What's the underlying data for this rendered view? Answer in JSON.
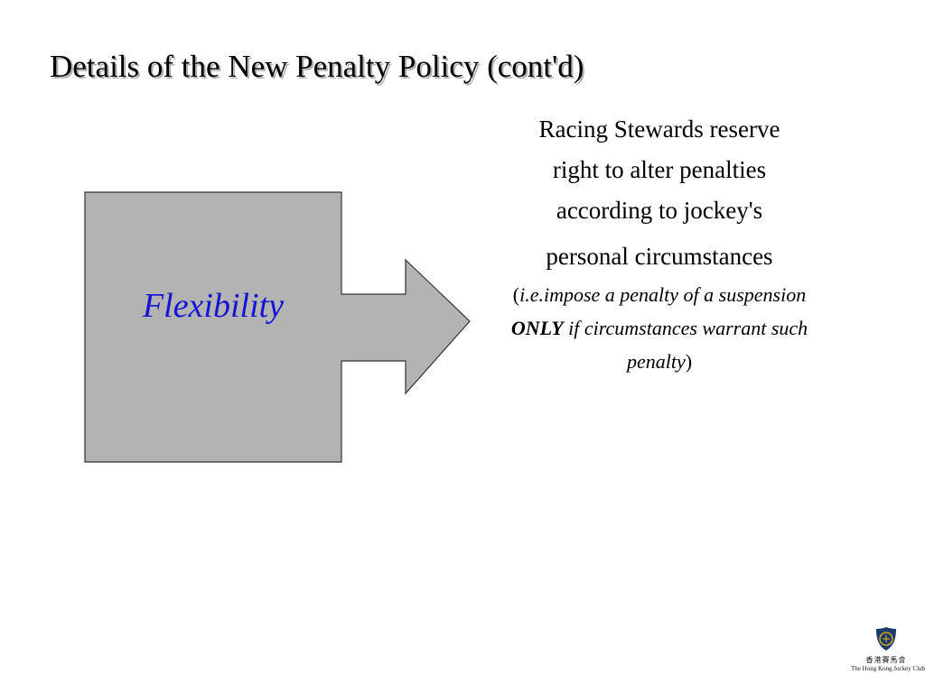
{
  "slide": {
    "title": "Details of the New Penalty Policy (cont'd)"
  },
  "diagram": {
    "box_label": "Flexibility",
    "box_label_color": "#1414d2",
    "box_fill": "#b3b3b3",
    "outline": "#333333"
  },
  "main_text": {
    "line1": "Racing Stewards reserve",
    "line2": "right to alter penalties",
    "line3": "according to jockey's",
    "line4": "personal circumstances"
  },
  "detail_text": {
    "open_paren": "(",
    "part1": "i.e.impose a penalty of a suspension",
    "emphasis": "ONLY",
    "part2": "if circumstances warrant such penalty",
    "close_paren": ")"
  },
  "logo": {
    "icon": "hong-kong-jockey-club-emblem",
    "chinese": "香港賽馬會",
    "english": "The Hong Kong Jockey Club",
    "color": "#1a3a6e",
    "accent": "#c9a227"
  }
}
